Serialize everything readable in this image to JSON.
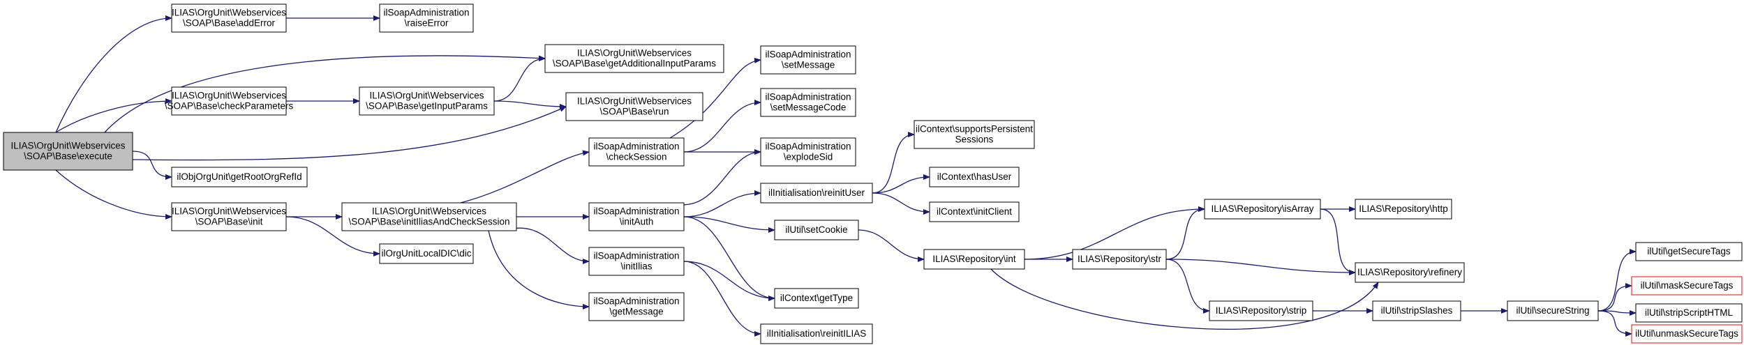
{
  "nodes": [
    {
      "id": "execute",
      "lines": [
        "ILIAS\\OrgUnit\\Webservices",
        "\\SOAP\\Base\\execute"
      ],
      "root": true
    },
    {
      "id": "addError",
      "lines": [
        "ILIAS\\OrgUnit\\Webservices",
        "\\SOAP\\Base\\addError"
      ]
    },
    {
      "id": "raiseError",
      "lines": [
        "ilSoapAdministration",
        "\\raiseError"
      ]
    },
    {
      "id": "getAdditionalInputParams",
      "lines": [
        "ILIAS\\OrgUnit\\Webservices",
        "\\SOAP\\Base\\getAdditionalInputParams"
      ]
    },
    {
      "id": "checkParameters",
      "lines": [
        "ILIAS\\OrgUnit\\Webservices",
        "\\SOAP\\Base\\checkParameters"
      ]
    },
    {
      "id": "getInputParams",
      "lines": [
        "ILIAS\\OrgUnit\\Webservices",
        "\\SOAP\\Base\\getInputParams"
      ]
    },
    {
      "id": "run",
      "lines": [
        "ILIAS\\OrgUnit\\Webservices",
        "\\SOAP\\Base\\run"
      ]
    },
    {
      "id": "getRootOrgRefId",
      "lines": [
        "ilObjOrgUnit\\getRootOrgRefId"
      ]
    },
    {
      "id": "init",
      "lines": [
        "ILIAS\\OrgUnit\\Webservices",
        "\\SOAP\\Base\\init"
      ]
    },
    {
      "id": "initIliasAndCheckSession",
      "lines": [
        "ILIAS\\OrgUnit\\Webservices",
        "\\SOAP\\Base\\initIliasAndCheckSession"
      ]
    },
    {
      "id": "dic",
      "lines": [
        "ilOrgUnitLocalDIC\\dic"
      ]
    },
    {
      "id": "setMessage",
      "lines": [
        "ilSoapAdministration",
        "\\setMessage"
      ]
    },
    {
      "id": "setMessageCode",
      "lines": [
        "ilSoapAdministration",
        "\\setMessageCode"
      ]
    },
    {
      "id": "checkSession",
      "lines": [
        "ilSoapAdministration",
        "\\checkSession"
      ]
    },
    {
      "id": "explodeSid",
      "lines": [
        "ilSoapAdministration",
        "\\explodeSid"
      ]
    },
    {
      "id": "initAuth",
      "lines": [
        "ilSoapAdministration",
        "\\initAuth"
      ]
    },
    {
      "id": "initIlias",
      "lines": [
        "ilSoapAdministration",
        "\\initIlias"
      ]
    },
    {
      "id": "getMessage",
      "lines": [
        "ilSoapAdministration",
        "\\getMessage"
      ]
    },
    {
      "id": "supportsPersistentSessions",
      "lines": [
        "ilContext\\supportsPersistent",
        "Sessions"
      ]
    },
    {
      "id": "reinitUser",
      "lines": [
        "ilInitialisation\\reinitUser"
      ]
    },
    {
      "id": "hasUser",
      "lines": [
        "ilContext\\hasUser"
      ]
    },
    {
      "id": "initClient",
      "lines": [
        "ilContext\\initClient"
      ]
    },
    {
      "id": "setCookie",
      "lines": [
        "ilUtil\\setCookie"
      ]
    },
    {
      "id": "getType",
      "lines": [
        "ilContext\\getType"
      ]
    },
    {
      "id": "reinitILIAS",
      "lines": [
        "ilInitialisation\\reinitILIAS"
      ]
    },
    {
      "id": "int",
      "lines": [
        "ILIAS\\Repository\\int"
      ]
    },
    {
      "id": "str",
      "lines": [
        "ILIAS\\Repository\\str"
      ]
    },
    {
      "id": "isArray",
      "lines": [
        "ILIAS\\Repository\\isArray"
      ]
    },
    {
      "id": "http",
      "lines": [
        "ILIAS\\Repository\\http"
      ]
    },
    {
      "id": "refinery",
      "lines": [
        "ILIAS\\Repository\\refinery"
      ]
    },
    {
      "id": "strip",
      "lines": [
        "ILIAS\\Repository\\strip"
      ]
    },
    {
      "id": "stripSlashes",
      "lines": [
        "ilUtil\\stripSlashes"
      ]
    },
    {
      "id": "secureString",
      "lines": [
        "ilUtil\\secureString"
      ]
    },
    {
      "id": "getSecureTags",
      "lines": [
        "ilUtil\\getSecureTags"
      ]
    },
    {
      "id": "maskSecureTags",
      "lines": [
        "ilUtil\\maskSecureTags"
      ],
      "highlight": "red"
    },
    {
      "id": "stripScriptHTML",
      "lines": [
        "ilUtil\\stripScriptHTML"
      ]
    },
    {
      "id": "unmaskSecureTags",
      "lines": [
        "ilUtil\\unmaskSecureTags"
      ],
      "highlight": "red"
    }
  ],
  "edges": [
    [
      "execute",
      "addError"
    ],
    [
      "execute",
      "getAdditionalInputParams"
    ],
    [
      "execute",
      "checkParameters"
    ],
    [
      "execute",
      "run"
    ],
    [
      "execute",
      "getRootOrgRefId"
    ],
    [
      "execute",
      "init"
    ],
    [
      "addError",
      "raiseError"
    ],
    [
      "checkParameters",
      "getInputParams"
    ],
    [
      "getInputParams",
      "getAdditionalInputParams"
    ],
    [
      "getInputParams",
      "run"
    ],
    [
      "init",
      "initIliasAndCheckSession"
    ],
    [
      "init",
      "dic"
    ],
    [
      "initIliasAndCheckSession",
      "checkSession"
    ],
    [
      "initIliasAndCheckSession",
      "initAuth"
    ],
    [
      "initIliasAndCheckSession",
      "initIlias"
    ],
    [
      "initIliasAndCheckSession",
      "getMessage"
    ],
    [
      "checkSession",
      "setMessage"
    ],
    [
      "checkSession",
      "setMessageCode"
    ],
    [
      "checkSession",
      "explodeSid"
    ],
    [
      "initAuth",
      "explodeSid"
    ],
    [
      "initAuth",
      "reinitUser"
    ],
    [
      "initAuth",
      "setCookie"
    ],
    [
      "initAuth",
      "getType"
    ],
    [
      "initIlias",
      "getType"
    ],
    [
      "initIlias",
      "reinitILIAS"
    ],
    [
      "reinitUser",
      "supportsPersistentSessions"
    ],
    [
      "reinitUser",
      "hasUser"
    ],
    [
      "reinitUser",
      "initClient"
    ],
    [
      "setCookie",
      "int"
    ],
    [
      "int",
      "isArray"
    ],
    [
      "int",
      "str"
    ],
    [
      "int",
      "refinery"
    ],
    [
      "str",
      "isArray"
    ],
    [
      "str",
      "refinery"
    ],
    [
      "str",
      "strip"
    ],
    [
      "isArray",
      "http"
    ],
    [
      "isArray",
      "refinery"
    ],
    [
      "strip",
      "stripSlashes"
    ],
    [
      "stripSlashes",
      "secureString"
    ],
    [
      "secureString",
      "getSecureTags"
    ],
    [
      "secureString",
      "maskSecureTags"
    ],
    [
      "secureString",
      "stripScriptHTML"
    ],
    [
      "secureString",
      "unmaskSecureTags"
    ]
  ],
  "colors": {
    "edge": "#191970",
    "root_fill": "#bfbfbf",
    "highlight_border": "#ff0000"
  }
}
